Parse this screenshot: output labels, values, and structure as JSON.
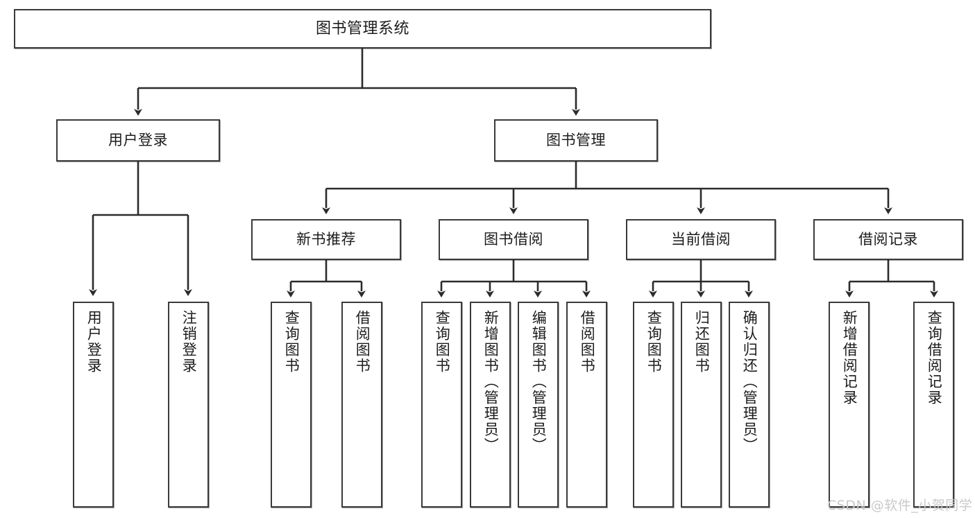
{
  "diagram": {
    "title": "图书管理系统",
    "type": "tree",
    "watermark": "CSDN @软件_小贺同学",
    "colors": {
      "box_border": "#3a3a3a",
      "box_fill": "#ffffff",
      "edge": "#2b2b2b",
      "text": "#1c1c1c",
      "watermark": "#c9c9c9",
      "background": "#ffffff"
    },
    "levels": {
      "root": "图书管理系统",
      "level2": [
        "用户登录",
        "图书管理"
      ],
      "level3": [
        "新书推荐",
        "图书借阅",
        "当前借阅",
        "借阅记录"
      ]
    },
    "nodes": {
      "root": {
        "label": "图书管理系统"
      },
      "user_login": {
        "label": "用户登录"
      },
      "book_manage": {
        "label": "图书管理"
      },
      "new_book_rec": {
        "label": "新书推荐"
      },
      "book_borrow": {
        "label": "图书借阅"
      },
      "current_borrow": {
        "label": "当前借阅"
      },
      "borrow_record": {
        "label": "借阅记录"
      },
      "leaf_user_login": {
        "label": "用户登录"
      },
      "leaf_logout": {
        "label": "注销登录"
      },
      "leaf_query_book_1": {
        "label": "查询图书"
      },
      "leaf_borrow_book_1": {
        "label": "借阅图书"
      },
      "leaf_query_book_2": {
        "label": "查询图书"
      },
      "leaf_add_book": {
        "label": "新增图书（管理员）"
      },
      "leaf_edit_book": {
        "label": "编辑图书（管理员）"
      },
      "leaf_borrow_book_2": {
        "label": "借阅图书"
      },
      "leaf_query_book_3": {
        "label": "查询图书"
      },
      "leaf_return_book": {
        "label": "归还图书"
      },
      "leaf_confirm_return": {
        "label": "确认归还（管理员）"
      },
      "leaf_add_record": {
        "label": "新增借阅记录"
      },
      "leaf_query_record": {
        "label": "查询借阅记录"
      }
    },
    "edges": [
      {
        "from": "root",
        "to": "user_login"
      },
      {
        "from": "root",
        "to": "book_manage"
      },
      {
        "from": "user_login",
        "to": "leaf_user_login"
      },
      {
        "from": "user_login",
        "to": "leaf_logout"
      },
      {
        "from": "book_manage",
        "to": "new_book_rec"
      },
      {
        "from": "book_manage",
        "to": "book_borrow"
      },
      {
        "from": "book_manage",
        "to": "current_borrow"
      },
      {
        "from": "book_manage",
        "to": "borrow_record"
      },
      {
        "from": "new_book_rec",
        "to": "leaf_query_book_1"
      },
      {
        "from": "new_book_rec",
        "to": "leaf_borrow_book_1"
      },
      {
        "from": "book_borrow",
        "to": "leaf_query_book_2"
      },
      {
        "from": "book_borrow",
        "to": "leaf_add_book"
      },
      {
        "from": "book_borrow",
        "to": "leaf_edit_book"
      },
      {
        "from": "book_borrow",
        "to": "leaf_borrow_book_2"
      },
      {
        "from": "current_borrow",
        "to": "leaf_query_book_3"
      },
      {
        "from": "current_borrow",
        "to": "leaf_return_book"
      },
      {
        "from": "current_borrow",
        "to": "leaf_confirm_return"
      },
      {
        "from": "borrow_record",
        "to": "leaf_add_record"
      },
      {
        "from": "borrow_record",
        "to": "leaf_query_record"
      }
    ]
  }
}
